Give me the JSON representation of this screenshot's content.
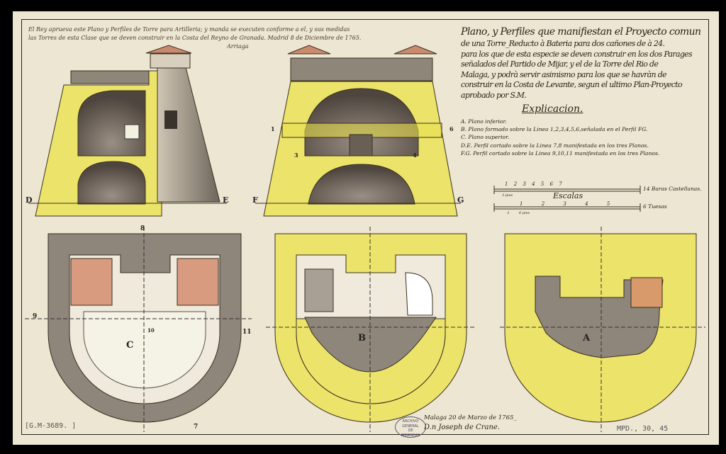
{
  "royal_approval": {
    "lines": [
      "El Rey aprueva este Plano y Perfiles de Torre para Artilleria; y manda se executen conforme a el, y sus medidas",
      "las Torres de esta Clase que se deven construir en la Costa del Reyno de Granada. Madrid 8 de Diciembre de 1765.",
      "Arriaga"
    ]
  },
  "title": {
    "lines": [
      "Plano, y Perfiles que manifiestan el Proyecto comun",
      "de una Torre_Reducto à Bateria para dos cañones de à 24.",
      "para los que de esta especie se deven construir en los dos Parages",
      "señalados del Partido de Mijar, y el de la Torre del Rio de",
      "Malaga, y podrà servir asimismo para los que se havràn de",
      "construir en la Costa de Levante, segun el ultimo Plan-Proyecto",
      "aprobado por S.M."
    ]
  },
  "explanation": {
    "heading": "Explicacion.",
    "items": [
      "A. Plano inferior.",
      "B. Plano formado sobre la Linea 1,2,3,4,5,6,señalada en el Perfil FG.",
      "C. Plano superior.",
      "D.E. Perfil cortado sobre la Linea 7,8 manifestada en los tres Planos.",
      "F.G. Perfil cortado sobre la Linea 9,10,11 manifestada en los tres Planos."
    ]
  },
  "scales": {
    "heading": "Escalas",
    "bar1": {
      "ticks": [
        "1",
        "2",
        "3",
        "4",
        "5",
        "6",
        "7"
      ],
      "sub_label": "3 pies",
      "label": "14 Baras Castellanas."
    },
    "bar2": {
      "ticks": [
        "1",
        "2",
        "3",
        "4",
        "5"
      ],
      "sub_label": "6 pies",
      "minor": "3",
      "label": "6 Tuesas"
    }
  },
  "profile_labels": {
    "d": "D",
    "e": "E",
    "f": "F",
    "g": "G",
    "n1": "1",
    "n3": "3",
    "n4": "4",
    "n6": "6"
  },
  "plan_labels": {
    "c": "C",
    "b": "B",
    "a": "A",
    "n7": "7",
    "n8": "8",
    "n9": "9",
    "n10": "10",
    "n11": "11"
  },
  "signature": {
    "date": "Malaga 20 de Marzo de 1765_",
    "name": "D.n Joseph de Crane."
  },
  "stamp": {
    "lines": [
      "ARCHIVO GENERAL",
      "DE",
      "SIMANCAS"
    ]
  },
  "catalog": {
    "left": "[G.M-3689.  ]",
    "right": "MPD., 30, 45"
  },
  "colors": {
    "paper": "#ece6d2",
    "yellow": "#ece36a",
    "shadow": "#6d6258",
    "roof": "#c98a6e",
    "ink": "#2b2418"
  }
}
